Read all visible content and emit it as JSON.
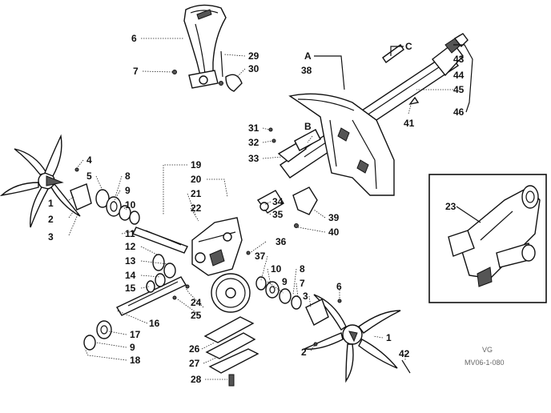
{
  "diagram": {
    "callouts": [
      {
        "id": "A",
        "text": "A"
      },
      {
        "id": "B",
        "text": "B"
      },
      {
        "id": "C",
        "text": "C"
      },
      {
        "id": "n1a",
        "text": "1"
      },
      {
        "id": "n1b",
        "text": "1"
      },
      {
        "id": "n2a",
        "text": "2"
      },
      {
        "id": "n2b",
        "text": "2"
      },
      {
        "id": "n3a",
        "text": "3"
      },
      {
        "id": "n3b",
        "text": "3"
      },
      {
        "id": "n4",
        "text": "4"
      },
      {
        "id": "n5",
        "text": "5"
      },
      {
        "id": "n6a",
        "text": "6"
      },
      {
        "id": "n6b",
        "text": "6"
      },
      {
        "id": "n7a",
        "text": "7"
      },
      {
        "id": "n7b",
        "text": "7"
      },
      {
        "id": "n8a",
        "text": "8"
      },
      {
        "id": "n8b",
        "text": "8"
      },
      {
        "id": "n9a",
        "text": "9"
      },
      {
        "id": "n9b",
        "text": "9"
      },
      {
        "id": "n9c",
        "text": "9"
      },
      {
        "id": "n10a",
        "text": "10"
      },
      {
        "id": "n10b",
        "text": "10"
      },
      {
        "id": "n11",
        "text": "11"
      },
      {
        "id": "n12",
        "text": "12"
      },
      {
        "id": "n13",
        "text": "13"
      },
      {
        "id": "n14",
        "text": "14"
      },
      {
        "id": "n15",
        "text": "15"
      },
      {
        "id": "n16",
        "text": "16"
      },
      {
        "id": "n17",
        "text": "17"
      },
      {
        "id": "n18",
        "text": "18"
      },
      {
        "id": "n19",
        "text": "19"
      },
      {
        "id": "n20",
        "text": "20"
      },
      {
        "id": "n21",
        "text": "21"
      },
      {
        "id": "n22",
        "text": "22"
      },
      {
        "id": "n23",
        "text": "23"
      },
      {
        "id": "n24",
        "text": "24"
      },
      {
        "id": "n25",
        "text": "25"
      },
      {
        "id": "n26",
        "text": "26"
      },
      {
        "id": "n27",
        "text": "27"
      },
      {
        "id": "n28",
        "text": "28"
      },
      {
        "id": "n29",
        "text": "29"
      },
      {
        "id": "n30",
        "text": "30"
      },
      {
        "id": "n31",
        "text": "31"
      },
      {
        "id": "n32",
        "text": "32"
      },
      {
        "id": "n33",
        "text": "33"
      },
      {
        "id": "n34",
        "text": "34"
      },
      {
        "id": "n35",
        "text": "35"
      },
      {
        "id": "n36",
        "text": "36"
      },
      {
        "id": "n37",
        "text": "37"
      },
      {
        "id": "n38",
        "text": "38"
      },
      {
        "id": "n39",
        "text": "39"
      },
      {
        "id": "n40",
        "text": "40"
      },
      {
        "id": "n41",
        "text": "41"
      },
      {
        "id": "n42",
        "text": "42"
      },
      {
        "id": "n43",
        "text": "43"
      },
      {
        "id": "n44",
        "text": "44"
      },
      {
        "id": "n45",
        "text": "45"
      },
      {
        "id": "n46",
        "text": "46"
      }
    ],
    "ref_codes": [
      "VG",
      "MV06-1-080"
    ]
  }
}
